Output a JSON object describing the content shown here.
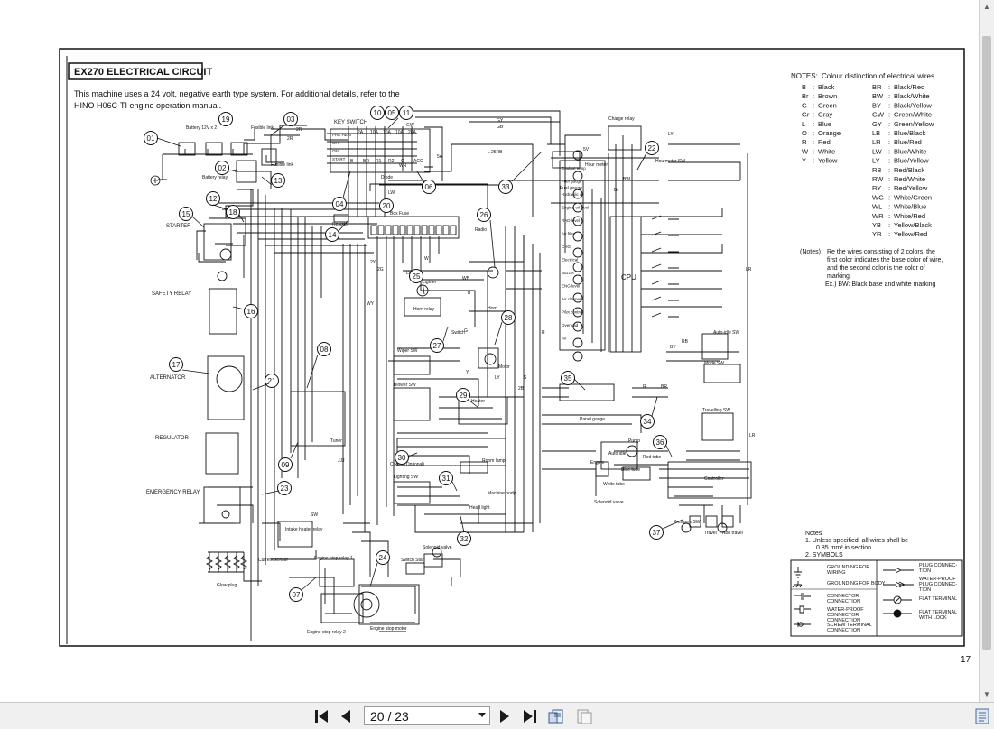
{
  "document": {
    "title": "EX270 ELECTRICAL CIRCUIT",
    "intro_line1": "This machine uses a 24 volt, negative earth type system. For additional details, refer to the",
    "intro_line2": "HINO H06C-TI engine operation manual.",
    "page_number": "17"
  },
  "notes": {
    "heading": "NOTES:",
    "heading_text": "Colour distinction of electrical wires",
    "colors_left": [
      {
        "code": "B",
        "name": "Black"
      },
      {
        "code": "Br",
        "name": "Brown"
      },
      {
        "code": "G",
        "name": "Green"
      },
      {
        "code": "Gr",
        "name": "Gray"
      },
      {
        "code": "L",
        "name": "Blue"
      },
      {
        "code": "O",
        "name": "Orange"
      },
      {
        "code": "R",
        "name": "Red"
      },
      {
        "code": "W",
        "name": "White"
      },
      {
        "code": "Y",
        "name": "Yellow"
      }
    ],
    "colors_right": [
      {
        "code": "BR",
        "name": "Black/Red"
      },
      {
        "code": "BW",
        "name": "Black/White"
      },
      {
        "code": "BY",
        "name": "Black/Yellow"
      },
      {
        "code": "GW",
        "name": "Green/White"
      },
      {
        "code": "GY",
        "name": "Green/Yellow"
      },
      {
        "code": "LB",
        "name": "Blue/Black"
      },
      {
        "code": "LR",
        "name": "Blue/Red"
      },
      {
        "code": "LW",
        "name": "Blue/White"
      },
      {
        "code": "LY",
        "name": "Blue/Yellow"
      },
      {
        "code": "RB",
        "name": "Red/Black"
      },
      {
        "code": "RW",
        "name": "Red/White"
      },
      {
        "code": "RY",
        "name": "Red/Yellow"
      },
      {
        "code": "WG",
        "name": "White/Green"
      },
      {
        "code": "WL",
        "name": "White/Blue"
      },
      {
        "code": "WR",
        "name": "White/Red"
      },
      {
        "code": "YB",
        "name": "Yellow/Black"
      },
      {
        "code": "YR",
        "name": "Yellow/Red"
      }
    ],
    "remark_label": "(Notes)",
    "remark_lines": [
      "Re the wires consisting of 2 colors, the",
      "first color indicates the base color of wire,",
      "and the second color is the color of",
      "marking.",
      "Ex.) BW: Black base and white marking"
    ],
    "bottom_heading": "Notes",
    "bottom_line1": "1.  Unless specified, all wires shall be",
    "bottom_line2": "0.85 mm² in section.",
    "bottom_line3": "2.  SYMBOLS"
  },
  "symbols": [
    {
      "label1": "GROUNDING FOR",
      "label2": "WIRING",
      "label3": ""
    },
    {
      "label1": "GROUNDING FOR BODY",
      "label2": "",
      "label3": ""
    },
    {
      "label1": "CONNECTOR",
      "label2": "CONNECTION",
      "label3": ""
    },
    {
      "label1": "WATER-PROOF",
      "label2": "CONNECTOR",
      "label3": "CONNECTION"
    },
    {
      "label1": "SCREW TERMINAL",
      "label2": "CONNECTION",
      "label3": ""
    },
    {
      "label1": "PLUG CONNEC-",
      "label2": "TION",
      "label3": ""
    },
    {
      "label1": "WATER-PROOF",
      "label2": "PLUG CONNEC-",
      "label3": "TION"
    },
    {
      "label1": "FLAT TERMINAL",
      "label2": "",
      "label3": ""
    },
    {
      "label1": "FLAT TERMINAL",
      "label2": "WITH LOCK",
      "label3": ""
    }
  ],
  "callouts": [
    "01",
    "02",
    "03",
    "04",
    "05",
    "06",
    "07",
    "08",
    "09",
    "10",
    "11",
    "12",
    "13",
    "14",
    "15",
    "16",
    "17",
    "18",
    "19",
    "20",
    "21",
    "22",
    "23",
    "24",
    "25",
    "26",
    "27",
    "28",
    "29",
    "30",
    "31",
    "32",
    "33",
    "34",
    "35",
    "36",
    "37"
  ],
  "components": {
    "battery": "Battery 12V x 2",
    "fusible_link": "Fusible link",
    "fusible_link2": "Fusible link",
    "battery_relay": "Battery relay",
    "key_switch": "KEY SWITCH",
    "starter": "STARTER",
    "safety_relay": "SAFETY RELAY",
    "alternator": "ALTERNATOR",
    "regulator": "REGULATOR",
    "emergency_relay": "EMERGENCY RELAY",
    "glow_plug": "Glow plug",
    "current_sensor": "Current sensor",
    "intake_heater_relay": "Intake heater relay",
    "engine_stop_relay_1": "Engine stop relay 1",
    "engine_stop_relay_2": "Engine stop relay 2",
    "engine_stop_motor": "Engine stop motor",
    "switch_start": "Switch Start",
    "solenoid_valve": "Solenoid valve",
    "solenoid_valve2": "Solenoid valve",
    "box_fuse": "Box   Fuse",
    "resistor": "Resistor",
    "diode": "Diode",
    "radio": "Radio",
    "lighter": "Lighter",
    "horn_relay": "Horn relay",
    "horn": "Horn",
    "switch": "Switch",
    "wiper_sw": "Wiper SW",
    "motor": "Motor",
    "blower_sw": "Blower SW",
    "heater": "Heater",
    "cooler": "Cooler (Optional)",
    "room_lamp": "Room lamp",
    "lighting_sw": "Lighting SW",
    "head_light": "Head light",
    "machine_body": "Machine body",
    "charge_relay": "Charge relay",
    "hour_meter": "Hour meter",
    "fuel_gauge": "Fuel gauge",
    "cpu": "CPU",
    "hourmeter_sw": "Hourmeter SW",
    "panel_gauge": "Panel gauge",
    "auto_idle_sw": "Auto-idle SW",
    "mode_sw": "Mode SW",
    "travelling_sw": "Travelling SW",
    "controller": "Controller",
    "pump": "Pump",
    "auto_idle": "Auto idle",
    "engine": "Engine",
    "red_tube": "Red tube",
    "blue_tube": "Blue tube",
    "white_tube": "White tube",
    "pressure_sw": "Pressure SW",
    "travel": "Travel",
    "non_travel": "Non travel",
    "tuner": "Tuner",
    "five_v": "5V",
    "jjj": "JJJ"
  },
  "wire_labels": [
    "2R",
    "2R",
    "GY",
    "GB",
    "L 25RB",
    "LW",
    "5A",
    "WR",
    "GW",
    "LY",
    "BW",
    "Br",
    "RB",
    "BY",
    "R",
    "LR",
    "WY",
    "SW",
    "B",
    "LW",
    "2G",
    "2Y",
    "WB",
    "W",
    "G",
    "Y",
    "LY",
    "2B",
    "S",
    "LR",
    "R",
    "BR"
  ],
  "key_switch_positions": [
    "PRE HEAT",
    "OFF",
    "ON",
    "START"
  ],
  "key_switch_terminals": [
    "B",
    "BR",
    "R1",
    "R2",
    "C",
    "ACC"
  ],
  "fuses": [
    "2A",
    "10A",
    "10A",
    "10A",
    "20A"
  ],
  "cpu_inputs": [
    "Coolant temp",
    "Fuel gauge",
    "Hydraulic oil",
    "Engine oil level",
    "RAD level",
    "Air filter",
    "CHG",
    "Electrical",
    "Buzzer",
    "ENG level",
    "Air cleaner",
    "Pilot control",
    "Overload",
    "A/I"
  ],
  "viewer": {
    "current_page": "20 / 23",
    "first_page_label": "First page",
    "prev_page_label": "Previous page",
    "next_page_label": "Next page",
    "last_page_label": "Last page"
  },
  "colors": {
    "ink": "#111111",
    "paper": "#ffffff",
    "toolbar": "#f0f0f0"
  }
}
